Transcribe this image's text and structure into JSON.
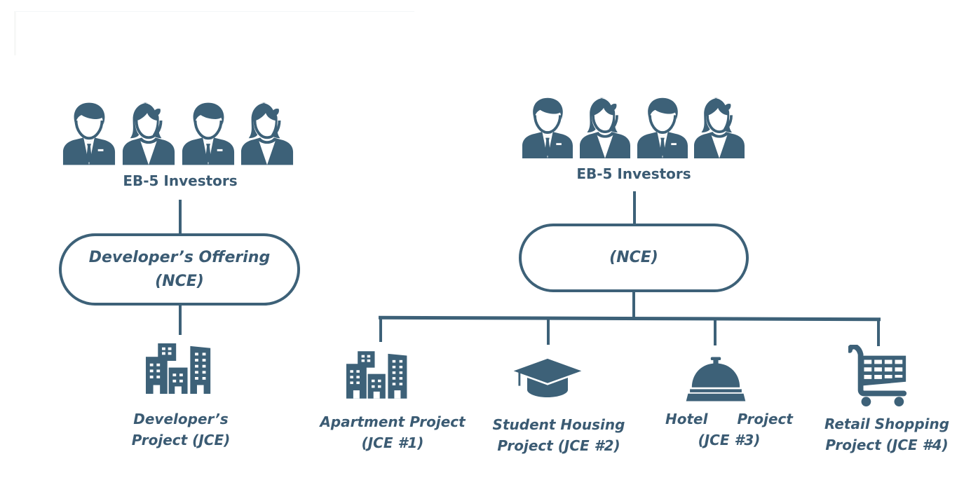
{
  "colors": {
    "primary": "#3d6178",
    "text": "#3b5b73",
    "background": "#ffffff"
  },
  "left_structure": {
    "investors": {
      "label": "EB-5 Investors",
      "icons": [
        "man-investor-icon",
        "woman-investor-icon",
        "man-investor-icon",
        "woman-investor-icon"
      ]
    },
    "nce": {
      "line1": "Developer’s Offering",
      "line2": "(NCE)"
    },
    "project": {
      "icon": "buildings-icon",
      "line1": "Developer’s",
      "line2": "Project (JCE)"
    }
  },
  "right_structure": {
    "investors": {
      "label": "EB-5 Investors",
      "icons": [
        "man-investor-icon",
        "woman-investor-icon",
        "man-investor-icon",
        "woman-investor-icon"
      ]
    },
    "nce": {
      "label": "(NCE)"
    },
    "projects": [
      {
        "icon": "buildings-icon",
        "line1": "Apartment Project",
        "line2": "(JCE #1)"
      },
      {
        "icon": "graduation-cap-icon",
        "line1": "Student Housing",
        "line2": "Project (JCE #2)"
      },
      {
        "icon": "hotel-bell-icon",
        "line1a": "Hotel",
        "line1b": "Project",
        "line2": "(JCE #3)"
      },
      {
        "icon": "shopping-cart-icon",
        "line1": "Retail Shopping",
        "line2": "Project (JCE #4)"
      }
    ]
  }
}
